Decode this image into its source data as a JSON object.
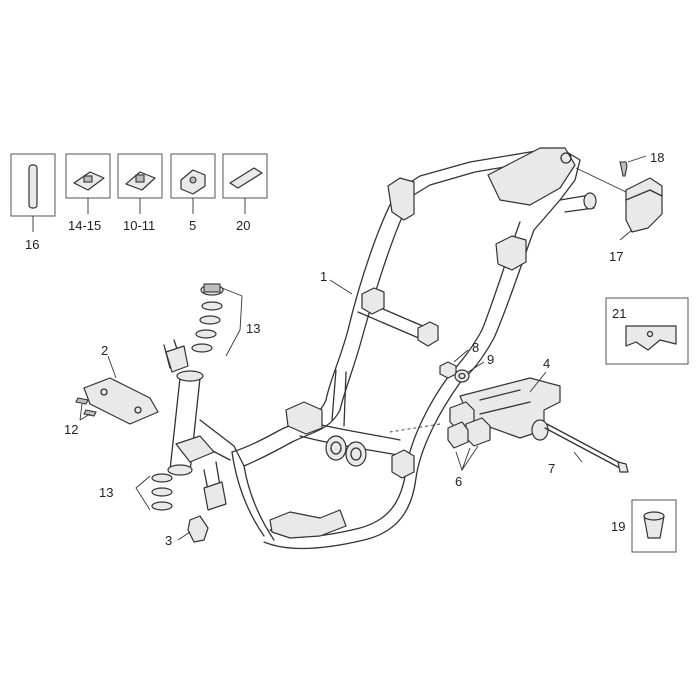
{
  "labels": {
    "l1": "1",
    "l2": "2",
    "l3": "3",
    "l4": "4",
    "l5": "5",
    "l6": "6",
    "l7": "7",
    "l8": "8",
    "l9": "9",
    "l10_11": "10-11",
    "l12": "12",
    "l13a": "13",
    "l13b": "13",
    "l14_15": "14-15",
    "l16": "16",
    "l17": "17",
    "l18": "18",
    "l19": "19",
    "l20": "20",
    "l21": "21"
  }
}
